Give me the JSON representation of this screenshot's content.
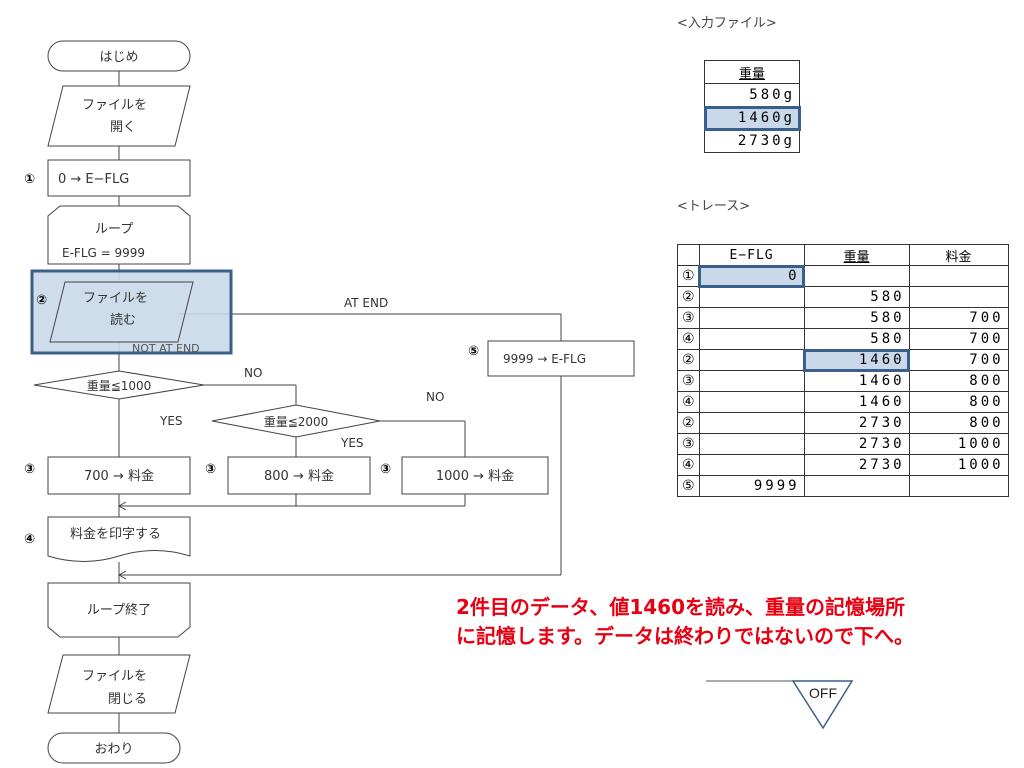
{
  "flowchart": {
    "start": "はじめ",
    "open_file": [
      "ファイルを",
      "開く"
    ],
    "init": "0 → E−FLG",
    "loop_start": [
      "ループ",
      "E-FLG = 9999"
    ],
    "read_file": [
      "ファイルを",
      "読む"
    ],
    "at_end": "AT END",
    "not_at_end": "NOT AT END",
    "set_flag": "9999 → E-FLG",
    "cond1": "重量≦1000",
    "cond2": "重量≦2000",
    "yes": "YES",
    "no": "NO",
    "fee700": "700 → 料金",
    "fee800": "800 → 料金",
    "fee1000": "1000 → 料金",
    "print": "料金を印字する",
    "loop_end": "ループ終了",
    "close_file": [
      "ファイルを",
      "閉じる"
    ],
    "end": "おわり",
    "markers": {
      "m1": "①",
      "m2": "②",
      "m3": "③",
      "m4": "④",
      "m5": "⑤"
    }
  },
  "input_file": {
    "title": "<入力ファイル>",
    "header": "重量",
    "rows": [
      "580g",
      "1460g",
      "2730g"
    ],
    "highlight_row": 1
  },
  "trace": {
    "title": "<トレース>",
    "headers": [
      "",
      "E−FLG",
      "重量",
      "料金"
    ],
    "rows": [
      [
        "①",
        "0",
        "",
        ""
      ],
      [
        "②",
        "",
        "580",
        ""
      ],
      [
        "③",
        "",
        "580",
        "700"
      ],
      [
        "④",
        "",
        "580",
        "700"
      ],
      [
        "②",
        "",
        "1460",
        "700"
      ],
      [
        "③",
        "",
        "1460",
        "800"
      ],
      [
        "④",
        "",
        "1460",
        "800"
      ],
      [
        "②",
        "",
        "2730",
        "800"
      ],
      [
        "③",
        "",
        "2730",
        "1000"
      ],
      [
        "④",
        "",
        "2730",
        "1000"
      ],
      [
        "⑤",
        "9999",
        "",
        ""
      ]
    ]
  },
  "note": {
    "line1": "2件目のデータ、値1460を読み、重量の記憶場所",
    "line2": "に記憶します。データは終わりではないので下へ。"
  },
  "toggle": {
    "label": "OFF"
  },
  "colors": {
    "highlight_fill": "#c9d9ea",
    "highlight_stroke": "#3a5f8a",
    "note": "#e60012"
  }
}
